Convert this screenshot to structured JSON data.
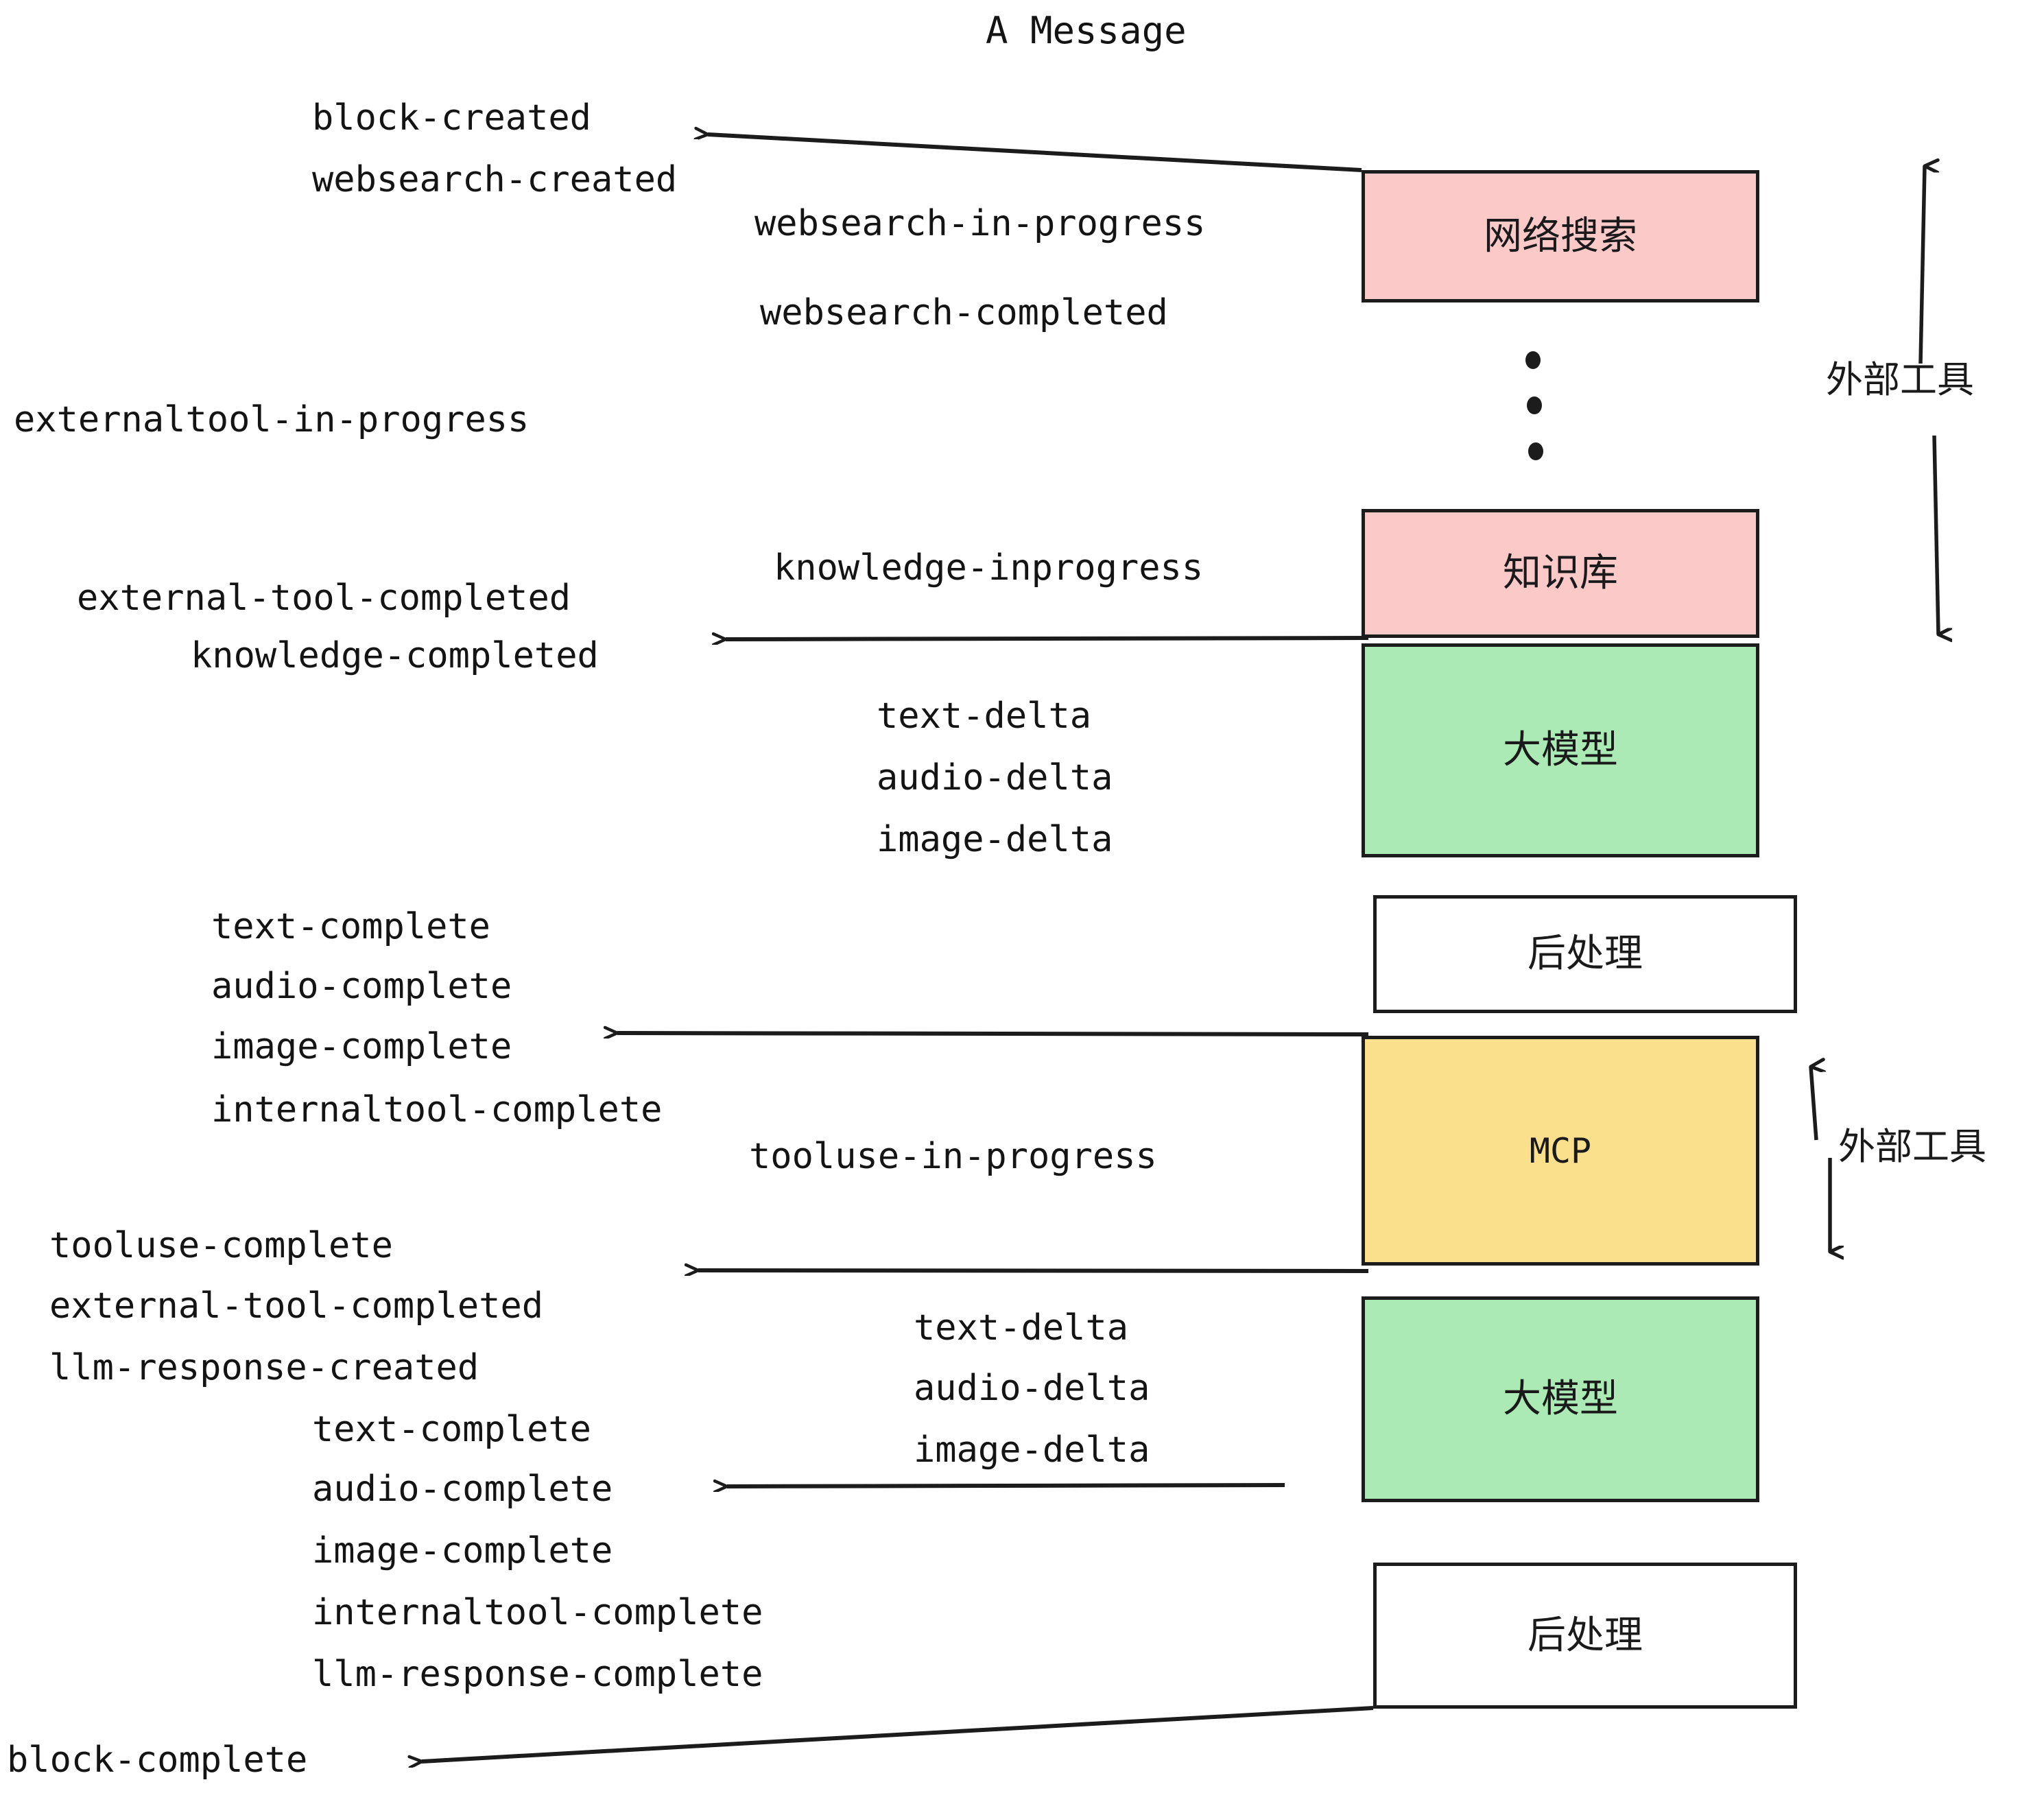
{
  "diagram": {
    "title": "A Message",
    "colors": {
      "pink": "#FCC9C9",
      "green": "#ABEAB5",
      "yellow": "#FAE08C",
      "white": "#FFFFFF",
      "stroke": "#1C1C1C",
      "text": "#141414"
    },
    "nodes": [
      {
        "id": "websearch",
        "label": "网络搜索",
        "fill": "#FCC9C9"
      },
      {
        "id": "knowledge",
        "label": "知识库",
        "fill": "#FCC9C9"
      },
      {
        "id": "llm-1",
        "label": "大模型",
        "fill": "#ABEAB5"
      },
      {
        "id": "postprocess-1",
        "label": "后处理",
        "fill": "#FFFFFF"
      },
      {
        "id": "mcp",
        "label": "MCP",
        "fill": "#FAE08C"
      },
      {
        "id": "llm-2",
        "label": "大模型",
        "fill": "#ABEAB5"
      },
      {
        "id": "postprocess-2",
        "label": "后处理",
        "fill": "#FFFFFF"
      }
    ],
    "side_markers": [
      {
        "id": "external-tools-top",
        "label": "外部工具"
      },
      {
        "id": "external-tools-bottom",
        "label": "外部工具"
      }
    ],
    "events": {
      "block_created": "block-created",
      "websearch_created": "websearch-created",
      "websearch_in_progress": "websearch-in-progress",
      "websearch_completed": "websearch-completed",
      "externaltool_in_progress": "externaltool-in-progress",
      "knowledge_inprogress": "knowledge-inprogress",
      "external_tool_completed_1": "external-tool-completed",
      "knowledge_completed": "knowledge-completed",
      "text_delta_1": "text-delta",
      "audio_delta_1": "audio-delta",
      "image_delta_1": "image-delta",
      "text_complete_1": "text-complete",
      "audio_complete_1": "audio-complete",
      "image_complete_1": "image-complete",
      "internaltool_complete_1": "internaltool-complete",
      "tooluse_in_progress": "tooluse-in-progress",
      "tooluse_complete": "tooluse-complete",
      "external_tool_completed_2": "external-tool-completed",
      "llm_response_created": "llm-response-created",
      "text_delta_2": "text-delta",
      "audio_delta_2": "audio-delta",
      "image_delta_2": "image-delta",
      "text_complete_2": "text-complete",
      "audio_complete_2": "audio-complete",
      "image_complete_2": "image-complete",
      "internaltool_complete_2": "internaltool-complete",
      "llm_response_complete": "llm-response-complete",
      "block_complete": "block-complete"
    }
  }
}
